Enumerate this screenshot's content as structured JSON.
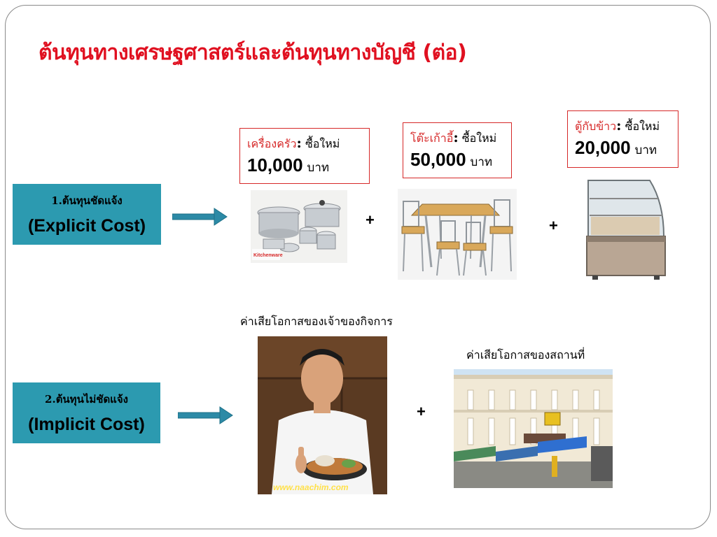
{
  "title": "ต้นทุนทางเศรษฐศาสตร์และต้นทุนทางบัญชี (ต่อ)",
  "explicit": {
    "thai_label": "1.ต้นทุนชัดแจ้ง",
    "english_label": "(Explicit Cost)",
    "items": [
      {
        "name": "เครื่องครัว",
        "colon": ":",
        "desc": " ซื้อใหม่",
        "amount": "10,000",
        "unit": "บาท"
      },
      {
        "name": "โต๊ะเก้าอี้",
        "colon": ":",
        "desc": " ซื้อใหม่",
        "amount": "50,000",
        "unit": "บาท"
      },
      {
        "name": "ตู้กับข้าว",
        "colon": ":",
        "desc": " ซื้อใหม่",
        "amount": "20,000",
        "unit": "บาท"
      }
    ],
    "cookware_brand": "Kitchenware"
  },
  "implicit": {
    "thai_label": "2.ต้นทุนไม่ชัดแจ้ง",
    "english_label": "(Implicit Cost)",
    "owner_caption": "ค่าเสียโอกาสของเจ้าของกิจการ",
    "place_caption": "ค่าเสียโอกาสของสถานที่",
    "watermark": "www.naachim.com"
  },
  "plus_sign": "+",
  "colors": {
    "title": "#e01020",
    "box": "#2c9ab0",
    "arrow": "#2c8aa6",
    "border_red": "#d62828"
  }
}
